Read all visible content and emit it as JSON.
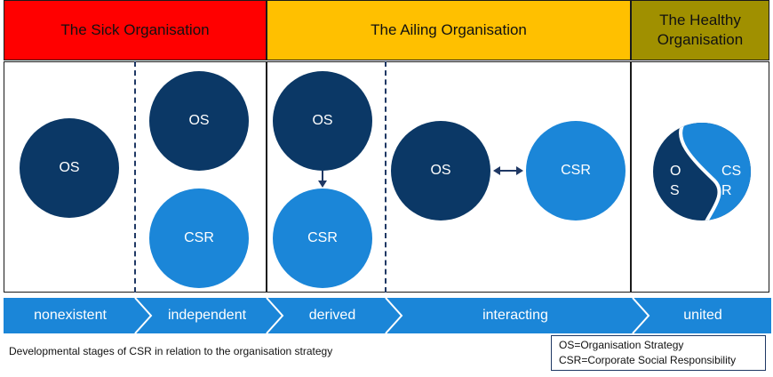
{
  "headers": {
    "sick": "The Sick Organisation",
    "ailing": "The Ailing Organisation",
    "healthy_line1": "The Healthy",
    "healthy_line2": "Organisation"
  },
  "colors": {
    "sick": "#ff0000",
    "ailing": "#ffc000",
    "healthy": "#a09000",
    "dark_circle": "#0b3866",
    "light_circle": "#1b86d8",
    "arrow_bar": "#1b86d8"
  },
  "circles": {
    "nonexistent_os": "OS",
    "independent_os": "OS",
    "independent_csr": "CSR",
    "derived_os": "OS",
    "derived_csr": "CSR",
    "interacting_os": "OS",
    "interacting_csr": "CSR",
    "united_os_1": "O",
    "united_os_2": "S",
    "united_csr_1": "CS",
    "united_csr_2": "R"
  },
  "stages": [
    "nonexistent",
    "independent",
    "derived",
    "interacting",
    "united"
  ],
  "caption": "Developmental stages of CSR in relation to the organisation strategy",
  "legend": {
    "os": "OS=Organisation Strategy",
    "csr": "CSR=Corporate Social Responsibility"
  }
}
